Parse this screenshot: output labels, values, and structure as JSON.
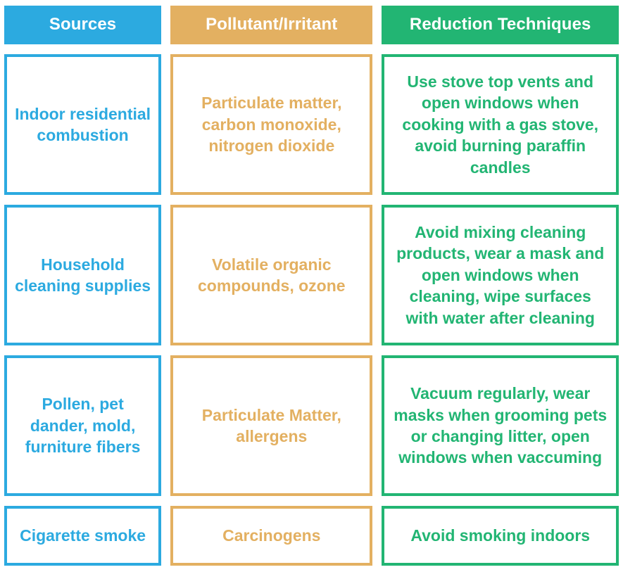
{
  "table": {
    "columns": [
      {
        "key": "sources",
        "label": "Sources",
        "color": "#2CAAE0",
        "theme": "blue"
      },
      {
        "key": "pollutant",
        "label": "Pollutant/Irritant",
        "color": "#E3B061",
        "theme": "orange"
      },
      {
        "key": "reduction",
        "label": "Reduction Techniques",
        "color": "#22B573",
        "theme": "green"
      }
    ],
    "rows": [
      {
        "sources": "Indoor residential combustion",
        "pollutant": "Particulate matter, carbon monoxide, nitrogen dioxide",
        "reduction": "Use stove top vents and open windows when cooking with a gas stove, avoid burning paraffin candles"
      },
      {
        "sources": "Household cleaning supplies",
        "pollutant": "Volatile organic compounds, ozone",
        "reduction": "Avoid mixing cleaning products, wear a mask and open windows when cleaning, wipe surfaces with water after cleaning"
      },
      {
        "sources": "Pollen, pet dander, mold, furniture fibers",
        "pollutant": "Particulate Matter, allergens",
        "reduction": "Vacuum regularly, wear masks when grooming pets or changing litter, open windows when vaccuming"
      },
      {
        "sources": "Cigarette smoke",
        "pollutant": "Carcinogens",
        "reduction": "Avoid smoking indoors"
      }
    ]
  }
}
